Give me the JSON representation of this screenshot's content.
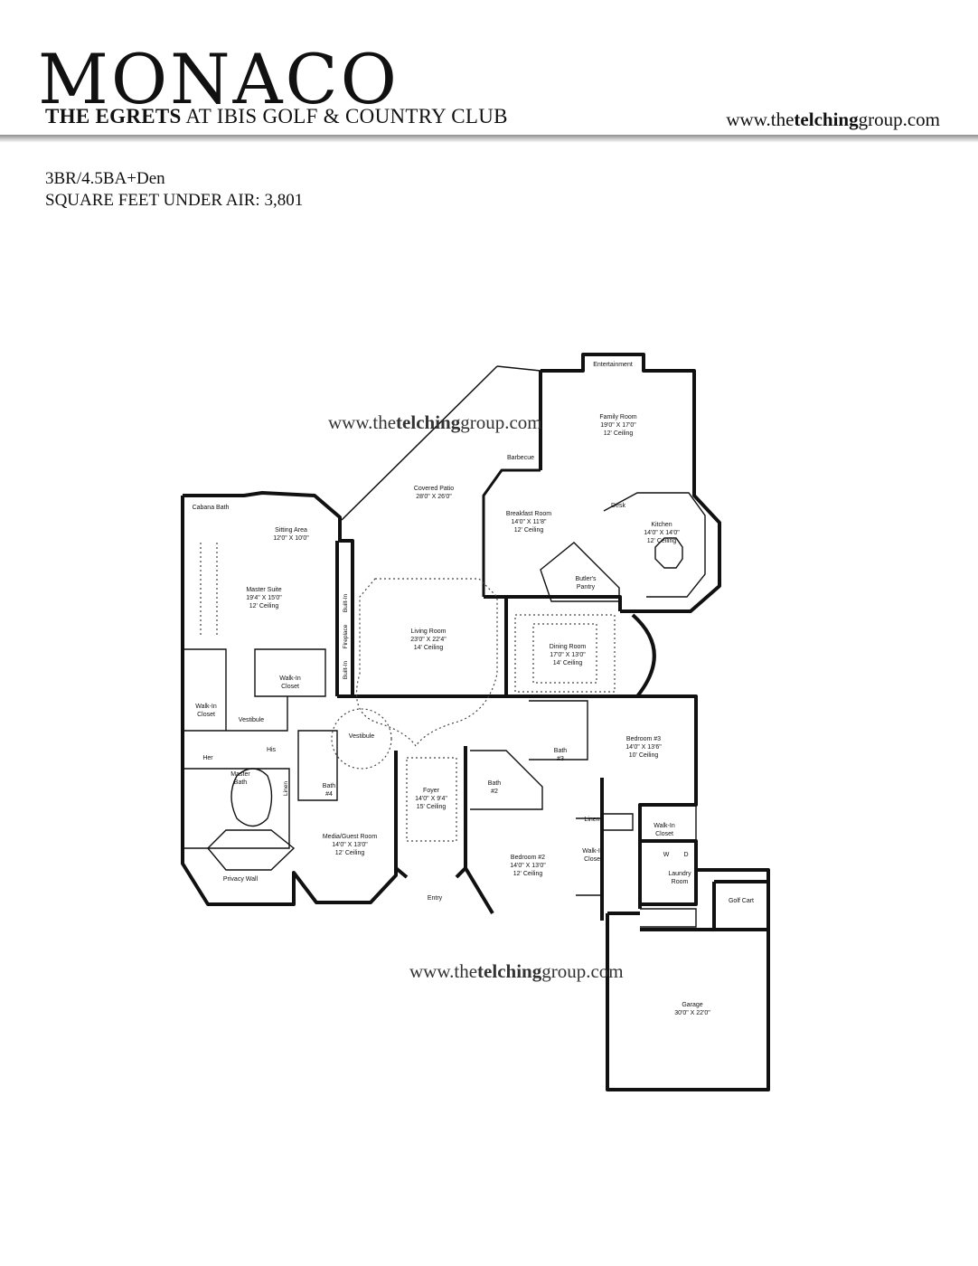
{
  "header": {
    "title": "MONACO",
    "subtitle_bold": "THE EGRETS",
    "subtitle_rest": " AT IBIS GOLF & COUNTRY CLUB",
    "site_prefix": "www.the",
    "site_bold": "telching",
    "site_suffix": "group.com"
  },
  "info": {
    "beds_baths": "3BR/4.5BA+Den",
    "sqft": "SQUARE FEET UNDER AIR: 3,801"
  },
  "watermark": {
    "prefix": "www.the",
    "bold": "telching",
    "suffix": "group.com"
  },
  "rooms": {
    "entertainment": "Entertainment",
    "family": [
      "Family Room",
      "19'0\" X 17'0\"",
      "12' Ceiling"
    ],
    "barbecue": "Barbecue",
    "patio": [
      "Covered Patio",
      "28'0\" X 26'0\""
    ],
    "breakfast": [
      "Breakfast Room",
      "14'0\" X 11'8\"",
      "12' Ceiling"
    ],
    "desk": "Desk",
    "kitchen": [
      "Kitchen",
      "14'0\" X 14'0\"",
      "12' Ceiling"
    ],
    "cabana": "Cabana Bath",
    "sitting": [
      "Sitting Area",
      "12'0\" X 10'0\""
    ],
    "master": [
      "Master Suite",
      "19'4\" X 15'0\"",
      "12' Ceiling"
    ],
    "builtin": "Built-In",
    "fireplace": "Fireplace",
    "living": [
      "Living Room",
      "23'0\" X 22'4\"",
      "14' Ceiling"
    ],
    "butlers": [
      "Butler's",
      "Pantry"
    ],
    "dining": [
      "Dining Room",
      "17'0\" X 13'0\"",
      "14' Ceiling"
    ],
    "walkin_master": [
      "Walk-In",
      "Closet"
    ],
    "walkin_left": [
      "Walk-In",
      "Closet"
    ],
    "vestibule_master": "Vestibule",
    "vestibule": "Vestibule",
    "her": "Her",
    "his": "His",
    "master_bath": [
      "Master",
      "Bath"
    ],
    "linen_master": "Linen",
    "bath4": [
      "Bath",
      "#4"
    ],
    "bath3": [
      "Bath",
      "#3"
    ],
    "bedroom3": [
      "Bedroom #3",
      "14'0\" X 13'6\"",
      "10' Ceiling"
    ],
    "bath2": [
      "Bath",
      "#2"
    ],
    "foyer": [
      "Foyer",
      "14'0\" X 9'4\"",
      "15' Ceiling"
    ],
    "media": [
      "Media/Guest Room",
      "14'0\" X 13'0\"",
      "12' Ceiling"
    ],
    "linen": "Linen",
    "walkin_bed3": [
      "Walk-In",
      "Closet"
    ],
    "walkin_bed2": [
      "Walk-In",
      "Closet"
    ],
    "bedroom2": [
      "Bedroom #2",
      "14'0\" X 13'0\"",
      "12' Ceiling"
    ],
    "washer": "W",
    "dryer": "D",
    "laundry": [
      "Laundry",
      "Room"
    ],
    "golf_cart": "Golf Cart",
    "privacy": "Privacy Wall",
    "entry": "Entry",
    "garage": [
      "Garage",
      "30'0\" X 22'0\""
    ]
  }
}
